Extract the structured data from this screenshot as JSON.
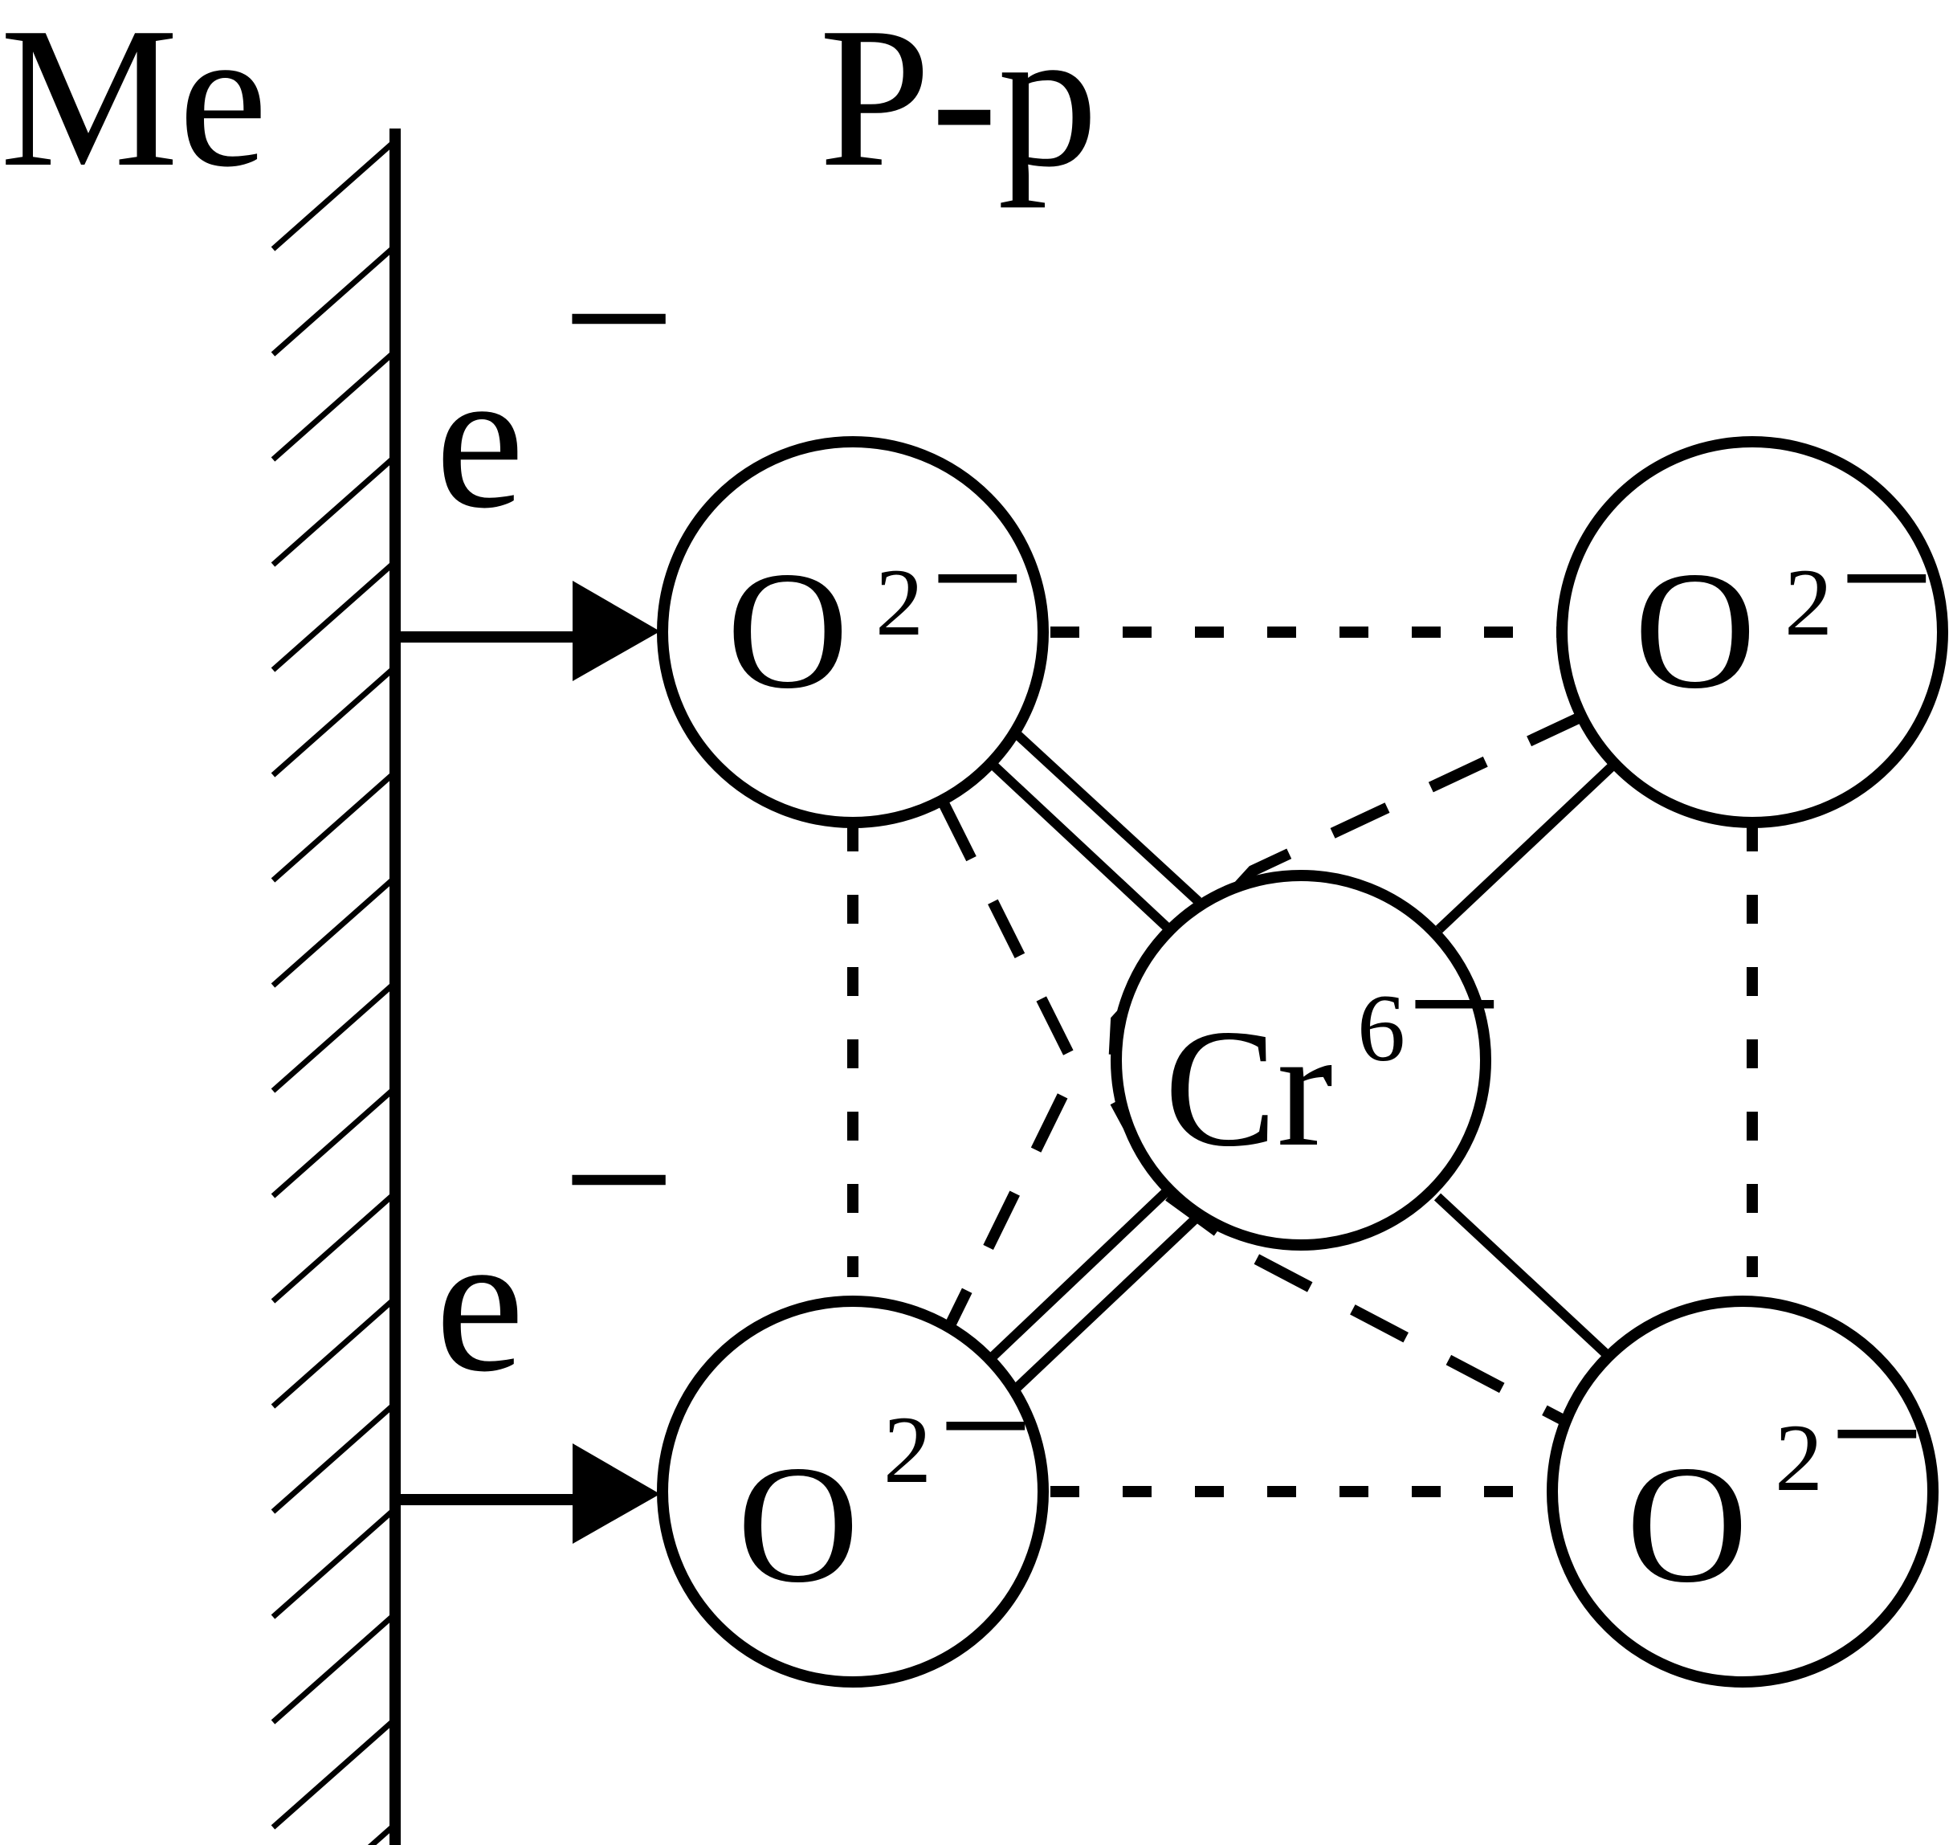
{
  "labels": {
    "metal": "Me",
    "solution": "P-p",
    "electron_top": "e",
    "electron_bottom": "e",
    "charge_minus": "−"
  },
  "ions": {
    "oxygen_top_left": {
      "symbol": "O",
      "charge": "2"
    },
    "oxygen_top_right": {
      "symbol": "O",
      "charge": "2"
    },
    "oxygen_bottom_left": {
      "symbol": "O",
      "charge": "2"
    },
    "oxygen_bottom_right": {
      "symbol": "O",
      "charge": "2"
    },
    "chromium": {
      "symbol": "Cr",
      "charge": "6"
    }
  },
  "colors": {
    "ink": "#000000",
    "background": "#ffffff"
  }
}
